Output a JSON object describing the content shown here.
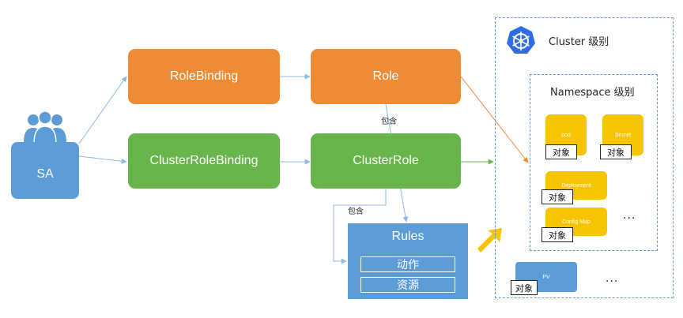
{
  "nodes": {
    "sa": "SA",
    "role_binding": "RoleBinding",
    "role": "Role",
    "cluster_role_binding": "ClusterRoleBinding",
    "cluster_role": "ClusterRole",
    "rules": {
      "title": "Rules",
      "items": [
        "动作",
        "资源"
      ]
    }
  },
  "edge_labels": {
    "role_contains": "包含",
    "clusterrole_contains": "包含"
  },
  "cluster": {
    "label": "Cluster 级别",
    "icon": "kubernetes-wheel-icon",
    "resources": [
      {
        "name": "PV",
        "tag": "对象"
      }
    ],
    "ellipsis": "..."
  },
  "namespace": {
    "label": "Namespace 级别",
    "resources": [
      {
        "name": "pod",
        "tag": "对象"
      },
      {
        "name": "Secret",
        "tag": "对象"
      },
      {
        "name": "Deployment",
        "tag": "对象"
      },
      {
        "name": "Config Map",
        "tag": "对象"
      }
    ],
    "ellipsis": "..."
  },
  "colors": {
    "orange": "#ef8a35",
    "green": "#67b54a",
    "blue": "#5b9bd6",
    "yellow": "#f6c400",
    "arrow_blue": "#8fb9e3",
    "arrow_orange": "#ef8a35",
    "arrow_green": "#67b54a"
  }
}
